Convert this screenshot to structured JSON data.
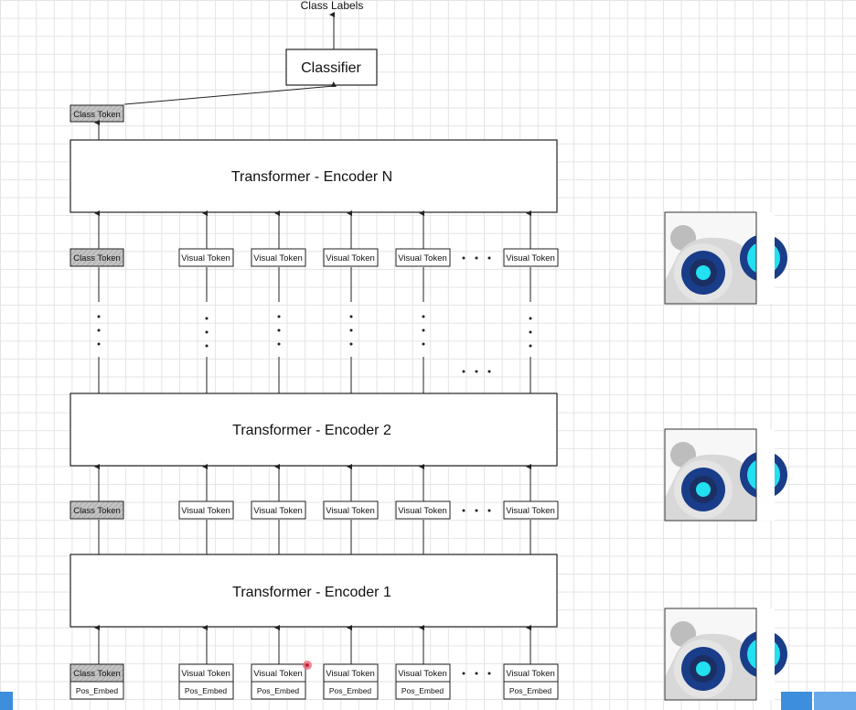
{
  "diagram": {
    "top_label": "Class Labels",
    "classifier": "Classifier",
    "class_token": "Class Token",
    "visual_token": "Visual Token",
    "pos_embed": "Pos_Embed",
    "encoders": {
      "n": "Transformer - Encoder N",
      "two": "Transformer - Encoder 2",
      "one": "Transformer - Encoder 1"
    }
  },
  "colors": {
    "grid": "#e4e4e4",
    "line": "#222222",
    "class_token_fill": "#bdbdbd",
    "robot_blue": "#1a3d8a",
    "robot_cyan": "#22e0f0",
    "accent_blue": "#3d8fdd"
  },
  "icons": [
    "robot-avatar-icon"
  ]
}
